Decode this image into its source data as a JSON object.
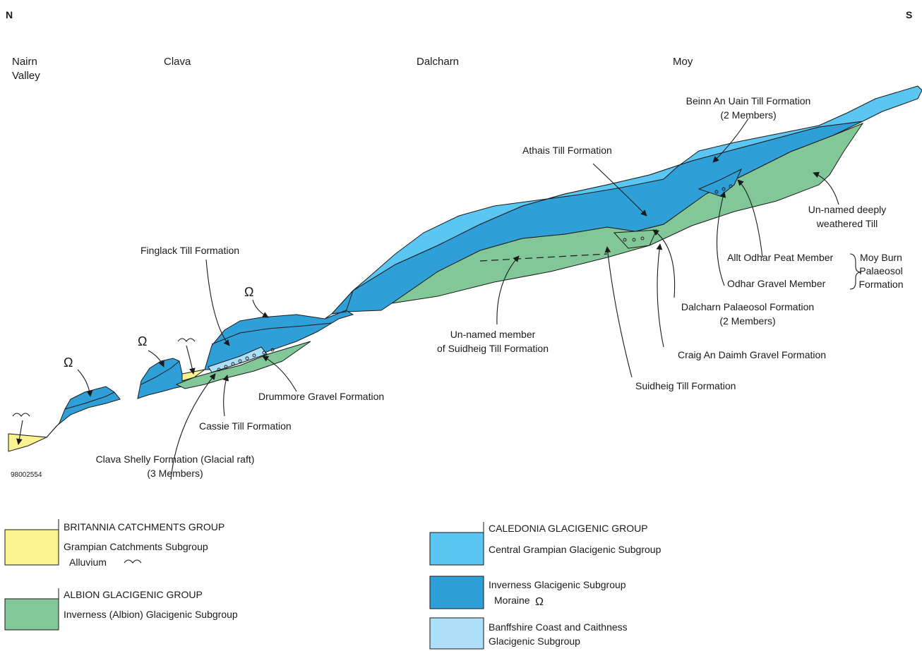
{
  "directions": {
    "left": "N",
    "right": "S"
  },
  "places": {
    "nairn_line1": "Nairn",
    "nairn_line2": "Valley",
    "clava": "Clava",
    "dalcharn": "Dalcharn",
    "moy": "Moy"
  },
  "figure_code": "98002554",
  "labels": {
    "beinn_line1": "Beinn An Uain Till Formation",
    "beinn_line2": "(2 Members)",
    "athais": "Athais Till Formation",
    "unnamed_deep_line1": "Un-named deeply",
    "unnamed_deep_line2": "weathered Till",
    "allt_odhar": "Allt Odhar Peat Member",
    "odhar_gravel": "Odhar Gravel Member",
    "moy_burn_line1": "Moy Burn",
    "moy_burn_line2": "Palaeosol",
    "moy_burn_line3": "Formation",
    "dalcharn_palaeosol_line1": "Dalcharn Palaeosol Formation",
    "dalcharn_palaeosol_line2": "(2 Members)",
    "craig": "Craig An Daimh Gravel Formation",
    "suidheig": "Suidheig Till Formation",
    "unnamed_member_line1": "Un-named member",
    "unnamed_member_line2": "of Suidheig Till Formation",
    "finglack": "Finglack Till Formation",
    "drummore": "Drummore Gravel Formation",
    "cassie": "Cassie Till Formation",
    "clava_shelly_line1": "Clava Shelly Formation (Glacial raft)",
    "clava_shelly_line2": "(3 Members)"
  },
  "legend": {
    "britannia": {
      "group": "BRITANNIA CATCHMENTS GROUP",
      "subgroup": "Grampian Catchments Subgroup",
      "note": "Alluvium",
      "color": "#fbf38f"
    },
    "albion": {
      "group": "ALBION GLACIGENIC GROUP",
      "subgroup": "Inverness (Albion) Glacigenic Subgroup",
      "color": "#82c797"
    },
    "caledonia": {
      "group": "CALEDONIA GLACIGENIC GROUP",
      "subgroup": "Central Grampian Glacigenic Subgroup",
      "color": "#5bc6f2"
    },
    "inverness": {
      "subgroup": "Inverness Glacigenic Subgroup",
      "note": "Moraine",
      "color": "#2f9fd8"
    },
    "banffshire": {
      "line1": "Banffshire Coast and Caithness",
      "line2": "Glacigenic Subgroup",
      "color": "#ade0f8"
    }
  },
  "colors": {
    "alluvium": "#fbf38f",
    "albion": "#82c797",
    "central_grampian": "#5bc6f2",
    "inverness": "#2f9fd8",
    "banffshire": "#ade0f8",
    "outline": "#1a1a1a"
  }
}
